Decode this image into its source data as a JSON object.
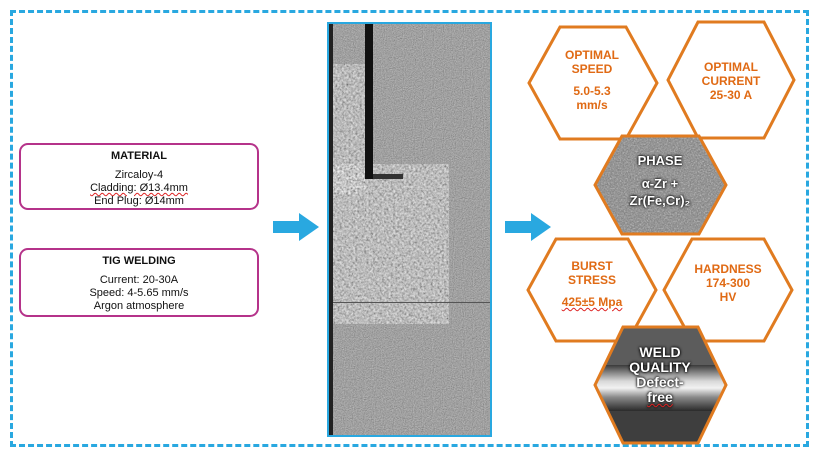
{
  "material": {
    "title": "MATERIAL",
    "line1": "Zircaloy-4",
    "line2": "Cladding: Ø13.4mm",
    "line3": "End Plug: Ø14mm"
  },
  "welding": {
    "title": "TIG WELDING",
    "line1": "Current: 20-30A",
    "line2": "Speed: 4-5.65 mm/s",
    "line3": "Argon atmosphere"
  },
  "hexagons": {
    "speed": {
      "l1": "OPTIMAL",
      "l2": "SPEED",
      "l3": "5.0-5.3",
      "l4": "mm/s"
    },
    "current": {
      "l1": "OPTIMAL",
      "l2": "CURRENT",
      "l3": "25-30 A"
    },
    "phase": {
      "l1": "PHASE",
      "l2": "α-Zr +",
      "l3": "Zr(Fe,Cr)₂"
    },
    "burst": {
      "l1": "BURST",
      "l2": "STRESS",
      "l3": "425±5 Mpa"
    },
    "hardness": {
      "l1": "HARDNESS",
      "l2": "174-300",
      "l3": "HV"
    },
    "quality": {
      "l1": "WELD",
      "l2": "QUALITY",
      "l3": "Defect-",
      "l4": "free"
    }
  },
  "colors": {
    "frame": "#29a8e0",
    "box_border": "#b5338a",
    "hex_border": "#e07b20",
    "hex_text": "#e06a14",
    "arrow": "#29a8e0"
  }
}
